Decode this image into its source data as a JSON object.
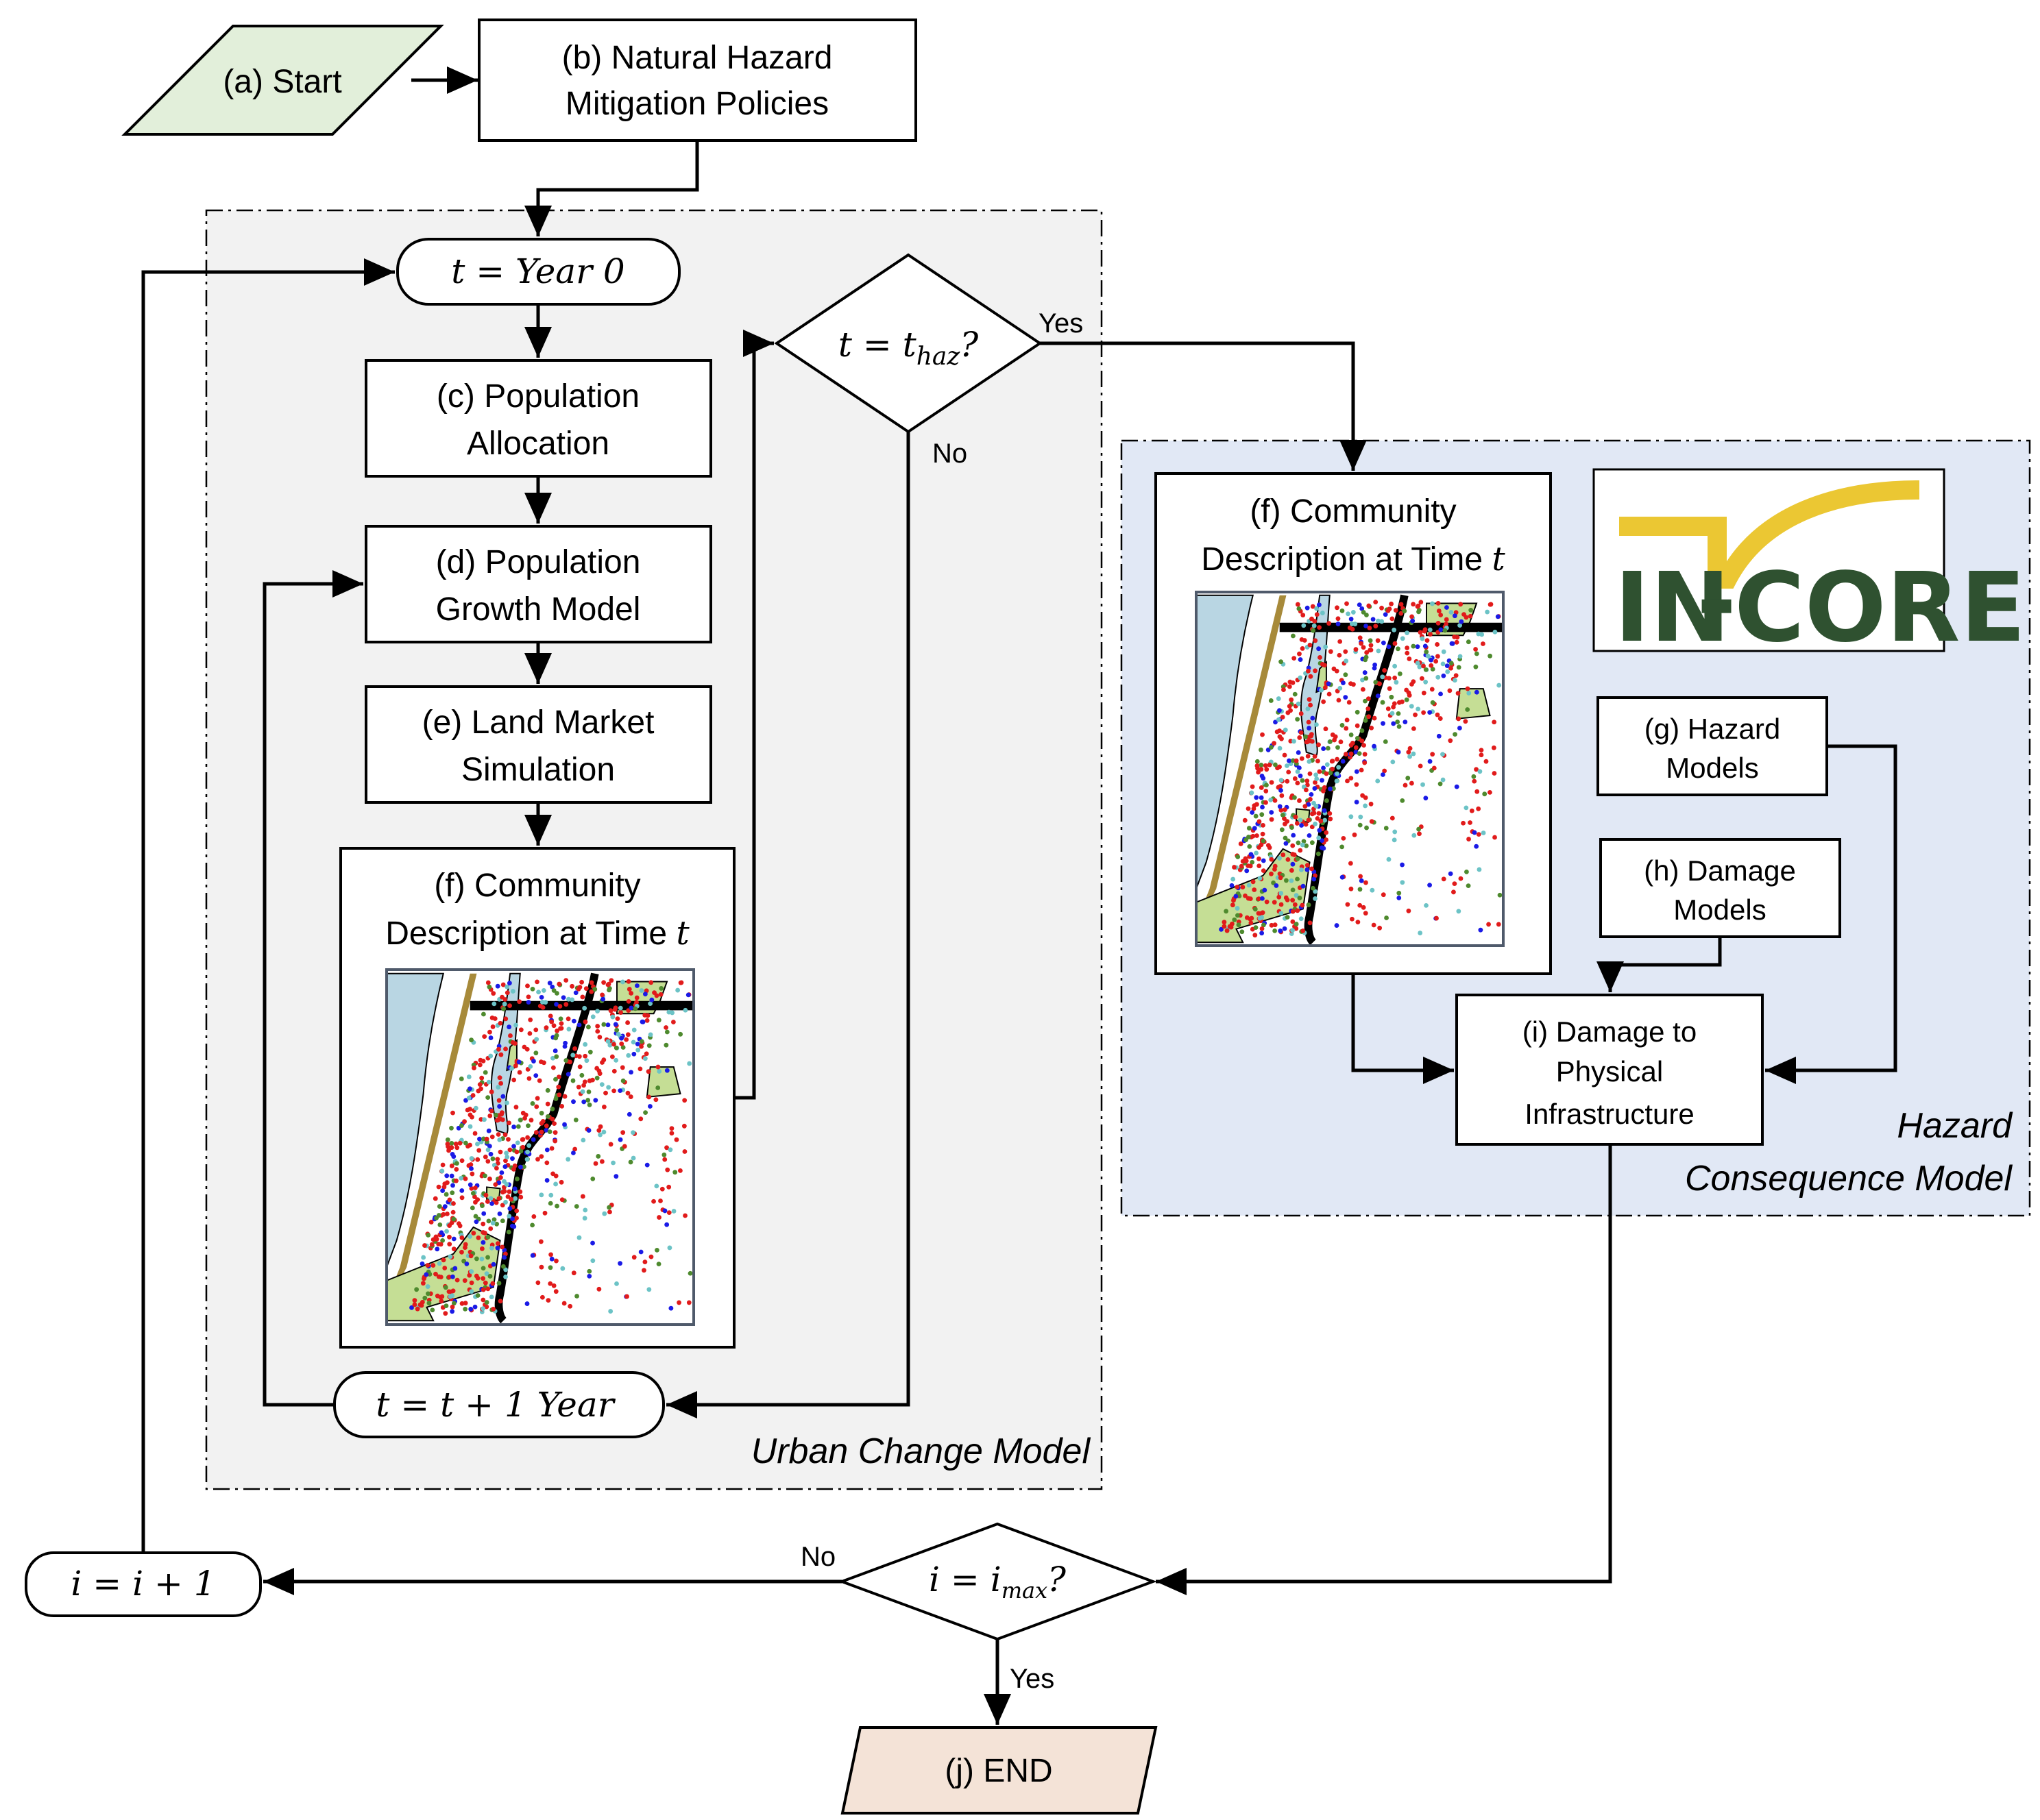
{
  "colors": {
    "start_fill": "#e2efda",
    "end_fill": "#f4e3d7",
    "urban_region_fill": "#f2f2f2",
    "hazard_region_fill": "#e1e8f5",
    "logo_green": "#2f5130",
    "logo_yellow": "#ebc733",
    "map_water": "#b9d6e3",
    "map_park": "#c5de95",
    "map_beach": "#a78a3a",
    "map_red": "#e11b1b",
    "map_green": "#4e8a2e",
    "map_cyan": "#6cc3c6",
    "map_blue": "#1a1ae6"
  },
  "nodes": {
    "a": {
      "label": "(a) Start"
    },
    "b": {
      "line1": "(b) Natural Hazard",
      "line2": "Mitigation Policies"
    },
    "t0": {
      "label": "t = Year 0"
    },
    "c": {
      "line1": "(c) Population",
      "line2": "Allocation"
    },
    "d": {
      "line1": "(d) Population",
      "line2": "Growth Model"
    },
    "e": {
      "line1": "(e) Land Market",
      "line2": "Simulation"
    },
    "f_left": {
      "line1": "(f) Community",
      "line2": "Description at Time ",
      "var": "t"
    },
    "thaz": {
      "label_t": "t = t",
      "label_sub": "haz",
      "label_q": "?"
    },
    "tnext": {
      "label": "t = t + 1 Year"
    },
    "f_right": {
      "line1": "(f) Community",
      "line2": "Description at Time ",
      "var": "t"
    },
    "g": {
      "line1": "(g) Hazard",
      "line2": "Models"
    },
    "h": {
      "line1": "(h) Damage",
      "line2": "Models"
    },
    "i": {
      "line1": "(i) Damage to",
      "line2": "Physical",
      "line3": "Infrastructure"
    },
    "imax": {
      "label_i": "i = i",
      "label_sub": "max",
      "label_q": "?"
    },
    "inext": {
      "label": "i = i + 1"
    },
    "j": {
      "label": "(j) END"
    }
  },
  "edge_labels": {
    "thaz_yes": "Yes",
    "thaz_no": "No",
    "imax_no": "No",
    "imax_yes": "Yes"
  },
  "regions": {
    "urban": "Urban Change Model",
    "hazard_line1": "Hazard",
    "hazard_line2": "Consequence Model"
  },
  "logo": {
    "left": "IN",
    "dash": "-",
    "right": "CORE"
  }
}
